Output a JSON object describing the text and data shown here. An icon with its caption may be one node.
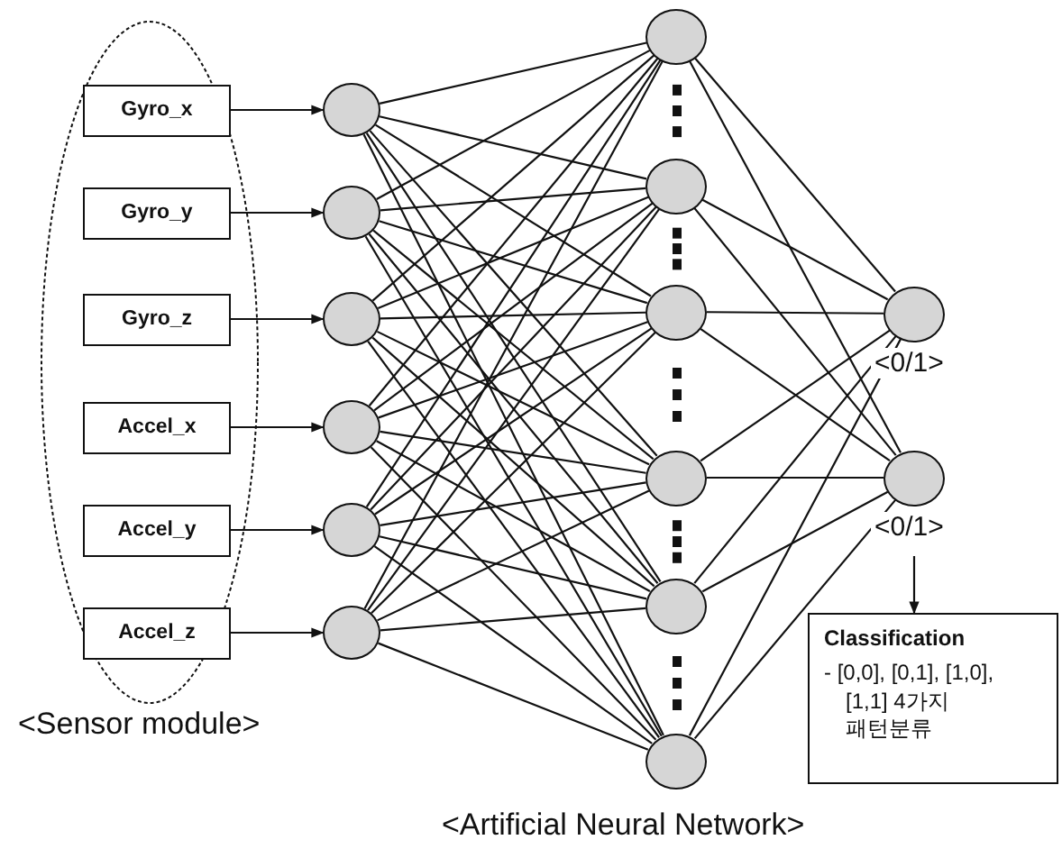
{
  "diagram": {
    "nodes": [
      {
        "text": [
          "<Sensor module>"
        ]
      },
      {
        "text": [
          "Gyro_x"
        ],
        "in": 0
      },
      {
        "text": [
          "Gyro_y"
        ],
        "in": 0
      },
      {
        "text": [
          "Gyro_z"
        ],
        "in": 0
      },
      {
        "text": [
          "Accel_x"
        ],
        "in": 0
      },
      {
        "text": [
          "Accel_y"
        ],
        "in": 0
      },
      {
        "text": [
          "Accel_z"
        ],
        "in": 0
      },
      {
        "text": [],
        "shape": "circle"
      },
      {
        "text": [],
        "shape": "circle"
      },
      {
        "text": [],
        "shape": "circle"
      },
      {
        "text": [],
        "shape": "circle"
      },
      {
        "text": [],
        "shape": "circle"
      },
      {
        "text": [],
        "shape": "circle"
      },
      {
        "text": [],
        "shape": "circle"
      },
      {
        "text": [],
        "shape": "circle"
      },
      {
        "text": [],
        "shape": "circle"
      },
      {
        "text": [],
        "shape": "circle"
      },
      {
        "text": [],
        "shape": "circle"
      },
      {
        "text": [],
        "shape": "circle"
      },
      {
        "text": [],
        "shape": "circle",
        "beside": [
          "<0/1>"
        ]
      },
      {
        "text": [],
        "shape": "circle",
        "beside": [
          "<0/1>"
        ]
      },
      {
        "text": [
          "Classification",
          "- [0,0], [0,1], [1,0], [1,1] 4가지 패턴분류"
        ]
      }
    ],
    "edges": [
      {
        "from": 1,
        "to": 7,
        "arrow": "to"
      },
      {
        "from": 2,
        "to": 8,
        "arrow": "to"
      },
      {
        "from": 3,
        "to": 9,
        "arrow": "to"
      },
      {
        "from": 4,
        "to": 10,
        "arrow": "to"
      },
      {
        "from": 5,
        "to": 11,
        "arrow": "to"
      },
      {
        "from": 6,
        "to": 12,
        "arrow": "to"
      },
      {
        "from": 7,
        "to": 13,
        "arrow": "none"
      },
      {
        "from": 7,
        "to": 14,
        "arrow": "none"
      },
      {
        "from": 7,
        "to": 15,
        "arrow": "none"
      },
      {
        "from": 7,
        "to": 16,
        "arrow": "none"
      },
      {
        "from": 7,
        "to": 17,
        "arrow": "none"
      },
      {
        "from": 7,
        "to": 18,
        "arrow": "none"
      },
      {
        "from": 8,
        "to": 13,
        "arrow": "none"
      },
      {
        "from": 8,
        "to": 14,
        "arrow": "none"
      },
      {
        "from": 8,
        "to": 15,
        "arrow": "none"
      },
      {
        "from": 8,
        "to": 16,
        "arrow": "none"
      },
      {
        "from": 8,
        "to": 17,
        "arrow": "none"
      },
      {
        "from": 8,
        "to": 18,
        "arrow": "none"
      },
      {
        "from": 9,
        "to": 13,
        "arrow": "none"
      },
      {
        "from": 9,
        "to": 14,
        "arrow": "none"
      },
      {
        "from": 9,
        "to": 15,
        "arrow": "none"
      },
      {
        "from": 9,
        "to": 16,
        "arrow": "none"
      },
      {
        "from": 9,
        "to": 17,
        "arrow": "none"
      },
      {
        "from": 9,
        "to": 18,
        "arrow": "none"
      },
      {
        "from": 10,
        "to": 13,
        "arrow": "none"
      },
      {
        "from": 10,
        "to": 14,
        "arrow": "none"
      },
      {
        "from": 10,
        "to": 15,
        "arrow": "none"
      },
      {
        "from": 10,
        "to": 16,
        "arrow": "none"
      },
      {
        "from": 10,
        "to": 17,
        "arrow": "none"
      },
      {
        "from": 10,
        "to": 18,
        "arrow": "none"
      },
      {
        "from": 11,
        "to": 13,
        "arrow": "none"
      },
      {
        "from": 11,
        "to": 14,
        "arrow": "none"
      },
      {
        "from": 11,
        "to": 15,
        "arrow": "none"
      },
      {
        "from": 11,
        "to": 16,
        "arrow": "none"
      },
      {
        "from": 11,
        "to": 17,
        "arrow": "none"
      },
      {
        "from": 11,
        "to": 18,
        "arrow": "none"
      },
      {
        "from": 12,
        "to": 13,
        "arrow": "none"
      },
      {
        "from": 12,
        "to": 14,
        "arrow": "none"
      },
      {
        "from": 12,
        "to": 15,
        "arrow": "none"
      },
      {
        "from": 12,
        "to": 16,
        "arrow": "none"
      },
      {
        "from": 12,
        "to": 17,
        "arrow": "none"
      },
      {
        "from": 12,
        "to": 18,
        "arrow": "none"
      },
      {
        "from": 13,
        "to": 19,
        "arrow": "none"
      },
      {
        "from": 13,
        "to": 20,
        "arrow": "none"
      },
      {
        "from": 14,
        "to": 19,
        "arrow": "none"
      },
      {
        "from": 14,
        "to": 20,
        "arrow": "none"
      },
      {
        "from": 15,
        "to": 19,
        "arrow": "none"
      },
      {
        "from": 15,
        "to": 20,
        "arrow": "none"
      },
      {
        "from": 16,
        "to": 19,
        "arrow": "none"
      },
      {
        "from": 16,
        "to": 20,
        "arrow": "none"
      },
      {
        "from": 17,
        "to": 19,
        "arrow": "none"
      },
      {
        "from": 17,
        "to": 20,
        "arrow": "none"
      },
      {
        "from": 18,
        "to": 19,
        "arrow": "none"
      },
      {
        "from": 18,
        "to": 20,
        "arrow": "none"
      },
      {
        "from": 20,
        "to": 21,
        "arrow": "to"
      }
    ],
    "labels": [
      "<Artificial Neural Network>"
    ]
  }
}
